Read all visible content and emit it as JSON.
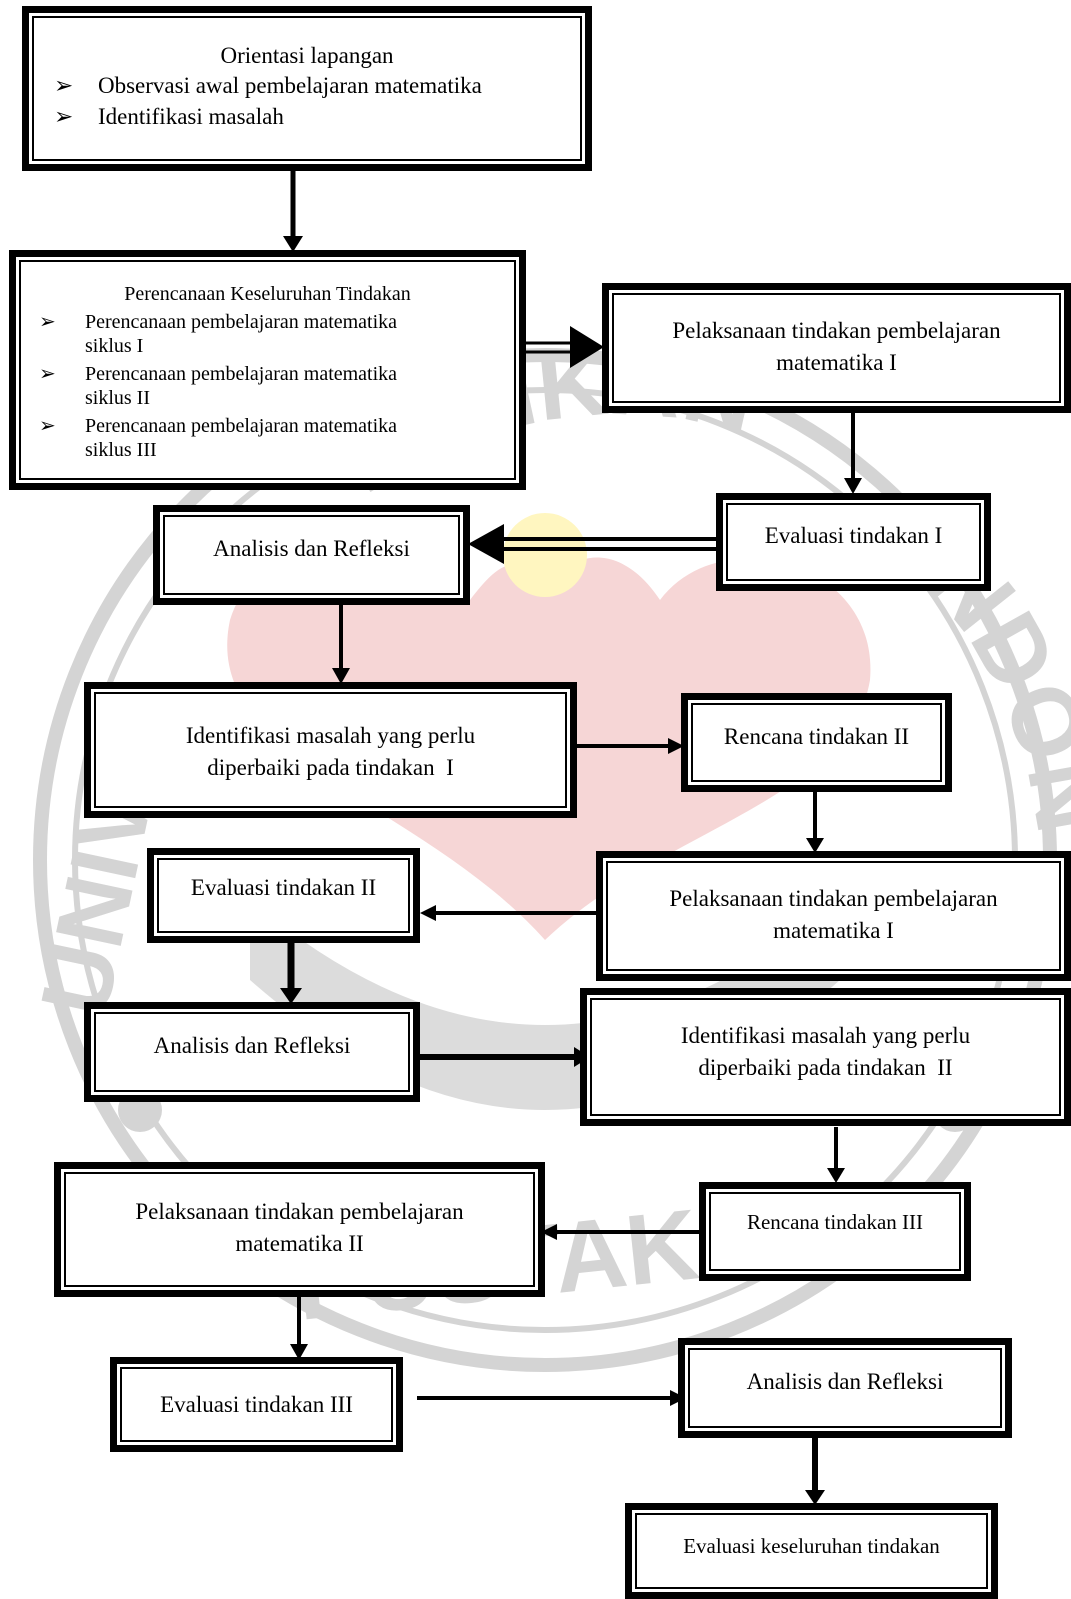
{
  "watermark": {
    "text_top": "DIDIKAN",
    "text_right": "INDON",
    "text_left": "UNIVE",
    "text_bottom": "PUSTAKA",
    "colors": {
      "gray": "#d4d4d4",
      "red": "#f6d6d6",
      "yellow": "#fff6c0"
    }
  },
  "bullet_glyph": "➢",
  "boxes": {
    "orientasi": {
      "title": "Orientasi lapangan",
      "items": [
        "Observasi awal pembelajaran matematika",
        "Identifikasi masalah"
      ]
    },
    "perencanaan": {
      "title": "Perencanaan Keseluruhan Tindakan",
      "items": [
        [
          "Perencanaan pembelajaran matematika",
          "siklus I"
        ],
        [
          "Perencanaan pembelajaran matematika",
          "siklus II"
        ],
        [
          "Perencanaan pembelajaran matematika",
          "siklus III"
        ]
      ]
    },
    "pelaksanaan_1": {
      "line1": "Pelaksanaan tindakan pembelajaran",
      "line2": "matematika I"
    },
    "evaluasi_1": {
      "label": "Evaluasi tindakan I"
    },
    "analisis_1": {
      "label": "Analisis dan Refleksi"
    },
    "identifikasi_1": {
      "line1": "Identifikasi masalah yang perlu",
      "line2": "diperbaiki pada tindakan  I"
    },
    "rencana_2": {
      "label": "Rencana tindakan II"
    },
    "pelaksanaan_2": {
      "line1": "Pelaksanaan tindakan pembelajaran",
      "line2": "matematika I"
    },
    "evaluasi_2": {
      "label": "Evaluasi tindakan II"
    },
    "analisis_2": {
      "label": "Analisis dan Refleksi"
    },
    "identifikasi_2": {
      "line1": "Identifikasi masalah yang perlu",
      "line2": "diperbaiki pada tindakan  II"
    },
    "rencana_3": {
      "label": "Rencana tindakan III"
    },
    "pelaksanaan_3": {
      "line1": "Pelaksanaan tindakan pembelajaran",
      "line2": "matematika II"
    },
    "evaluasi_3": {
      "label": "Evaluasi tindakan III"
    },
    "analisis_3": {
      "label": "Analisis dan Refleksi"
    },
    "evaluasi_akhir": {
      "label": "Evaluasi keseluruhan tindakan"
    }
  }
}
